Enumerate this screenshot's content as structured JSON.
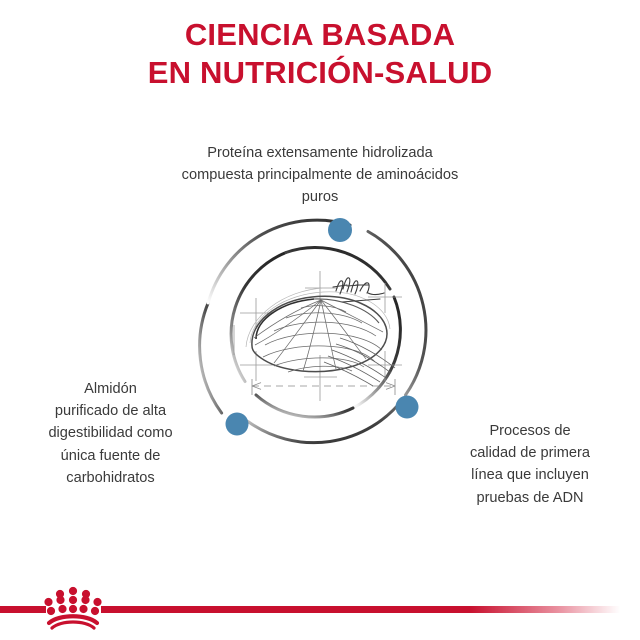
{
  "brand": {
    "accent_red": "#c8102e",
    "dot_blue": "#4a86b0",
    "text_gray": "#3a3a3a",
    "logo_icon": "royal-canin-crown-icon"
  },
  "title": {
    "lines": [
      "CIENCIA BASADA",
      "EN NUTRICIÓN-SALUD"
    ]
  },
  "callouts": {
    "top": {
      "icon": "blue-dot-marker",
      "lines": [
        "Proteína extensamente hidrolizada",
        "compuesta principalmente de aminoácidos",
        "puros"
      ]
    },
    "left": {
      "icon": "blue-dot-marker",
      "lines": [
        "Almidón",
        "purificado de alta",
        "digestibilidad como",
        "única fuente de",
        "carbohidratos"
      ]
    },
    "right": {
      "icon": "blue-dot-marker",
      "lines": [
        "Procesos de",
        "calidad de primera",
        "línea que incluyen",
        "pruebas de ADN"
      ]
    }
  },
  "graphic": {
    "name": "kibble-technical-sketch",
    "description": "pencil technical sketch of a dome-shaped kibble with wireframe mesh, crosshair registration marks, dimension arrows and a handwritten annotation, encircled by two broken concentric rings carrying three blue dots"
  }
}
